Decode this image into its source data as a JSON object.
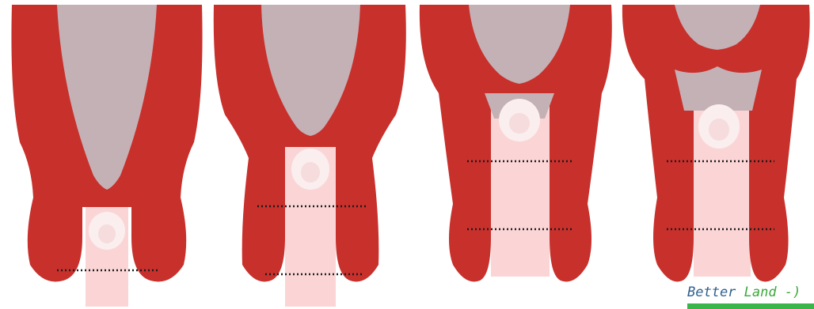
{
  "colors": {
    "uterus": "#c8302c",
    "cavity": "#c4b1b5",
    "pad": "#fbd5d6",
    "head": "#fbeeee",
    "head_inner": "#f6dcdc",
    "dots": "#1a1a1a",
    "watermark_blue": "#2f5f8f",
    "watermark_green": "#3aa83a",
    "watermark_bar": "#39b54a"
  },
  "panels": [
    {
      "name": "panel-1",
      "stage": 1
    },
    {
      "name": "panel-2",
      "stage": 2
    },
    {
      "name": "panel-3",
      "stage": 3
    },
    {
      "name": "panel-4",
      "stage": 4
    }
  ],
  "watermark": {
    "part1": "Better",
    "part2": "Land",
    "part3": "-)"
  }
}
